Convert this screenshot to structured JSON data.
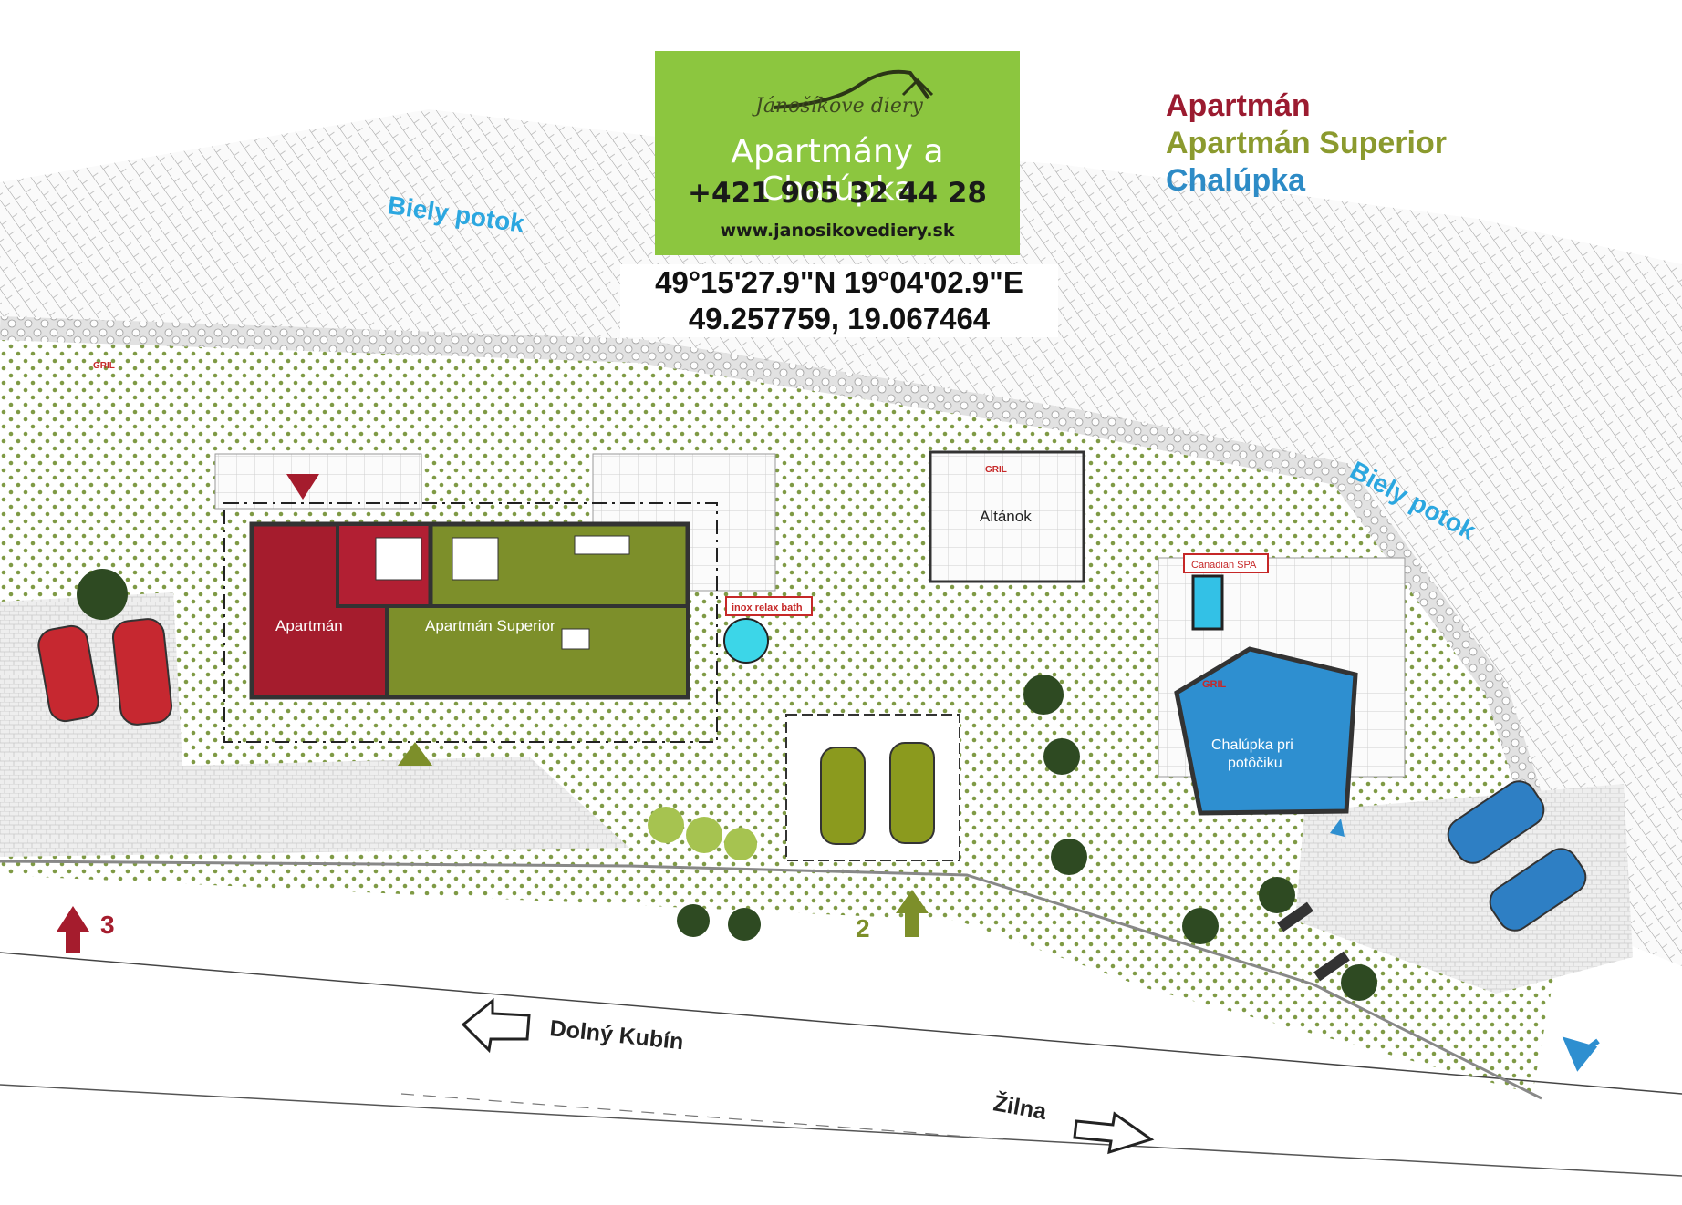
{
  "brand": {
    "script_name": "Jánošíkove diery",
    "title": "Apartmány a Chalúpka",
    "phone": "+421 905 32 44 28",
    "website": "www.janosikovediery.sk"
  },
  "coordinates": {
    "dms": "49°15'27.9\"N 19°04'02.9\"E",
    "decimal": "49.257759, 19.067464"
  },
  "legend": [
    {
      "label": "Apartmán",
      "color": "#9b1b30"
    },
    {
      "label": "Apartmán Superior",
      "color": "#8b9a2e"
    },
    {
      "label": "Chalúpka",
      "color": "#2d8bc6"
    }
  ],
  "labels": {
    "stream_left": "Biely potok",
    "stream_right": "Biely potok",
    "grill": "GRIL",
    "apartment": "Apartmán",
    "apartment_superior": "Apartmán Superior",
    "gazebo": "Altánok",
    "inox_bath": "inox relax bath",
    "canadian_spa": "Canadian SPA",
    "chalupka_line1": "Chalúpka pri",
    "chalupka_line2": "potôčiku",
    "entrance_3": "3",
    "entrance_2": "2",
    "direction_left": "Dolný Kubín",
    "direction_right": "Žilna"
  },
  "colors": {
    "apartment": "#a51c2d",
    "superior": "#7d8f2a",
    "chalupka": "#2e8fd0",
    "stream_text": "#2ba7e0",
    "garden_dot": "#7f9a45",
    "brand_green": "#8cc63f"
  },
  "icons": {
    "left_arrow": "outline-left-arrow-icon",
    "right_arrow": "outline-right-arrow-icon",
    "entrance_arrow": "up-arrow-icon"
  }
}
